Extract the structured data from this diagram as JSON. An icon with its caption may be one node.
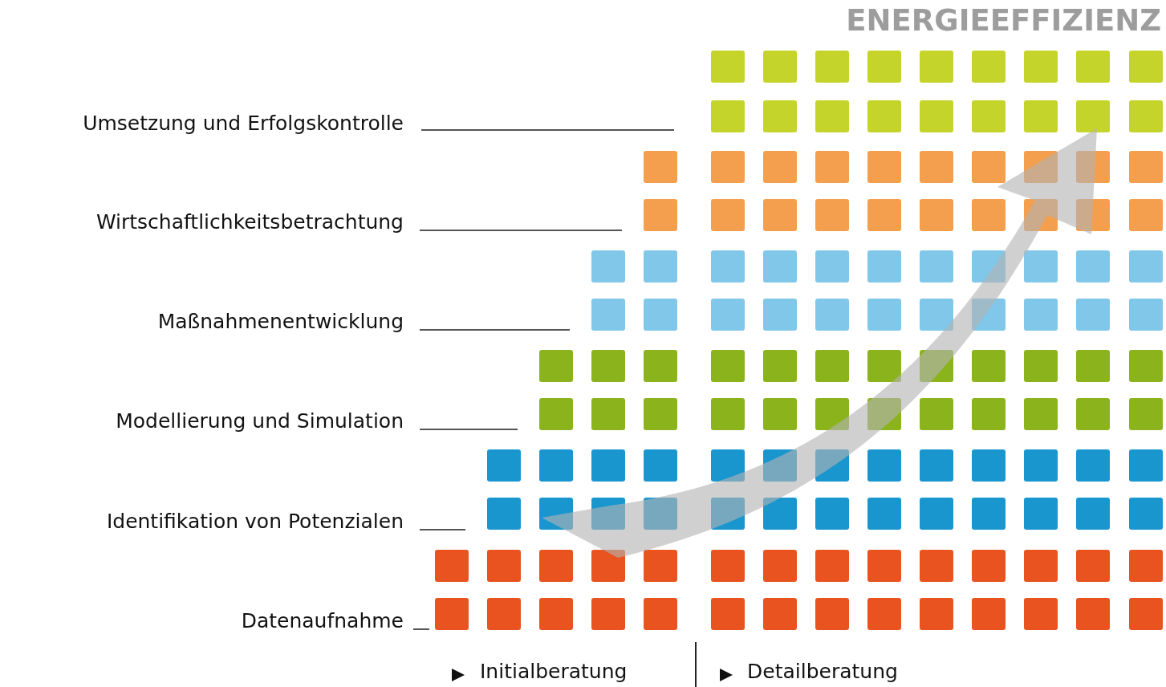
{
  "diagram": {
    "title": "ENERGIEEFFIZIENZ",
    "nodes": [
      {
        "text": [
          "Umsetzung und Erfolgskontrolle"
        ]
      },
      {
        "text": [
          "Wirtschaftlichkeitsbetrachtung"
        ]
      },
      {
        "text": [
          "Maßnahmenentwicklung"
        ]
      },
      {
        "text": [
          "Modellierung und Simulation"
        ]
      },
      {
        "text": [
          "Identifikation von Potenzialen"
        ]
      },
      {
        "text": [
          "Datenaufnahme"
        ]
      }
    ],
    "edges": [
      {
        "from": 0,
        "to": null,
        "arrow": "none"
      },
      {
        "from": 1,
        "to": null,
        "arrow": "none"
      },
      {
        "from": 2,
        "to": null,
        "arrow": "none"
      },
      {
        "from": 3,
        "to": null,
        "arrow": "none"
      },
      {
        "from": 4,
        "to": null,
        "arrow": "none"
      },
      {
        "from": 5,
        "to": null,
        "arrow": "none"
      }
    ],
    "labels": [
      "Initialberatung",
      "Detailberatung"
    ]
  }
}
